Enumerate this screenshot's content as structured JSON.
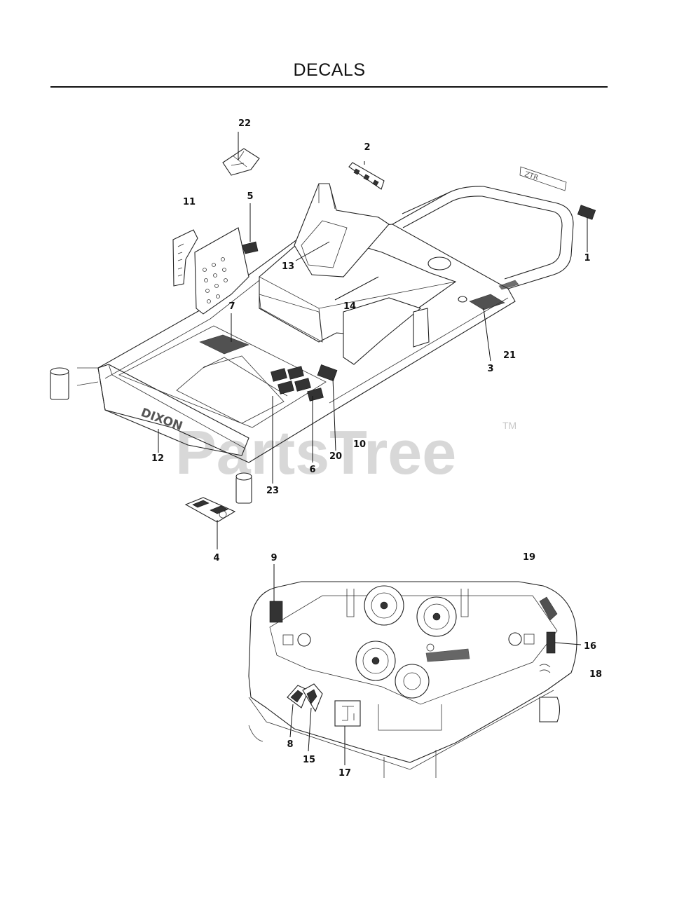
{
  "page": {
    "title": "DECALS",
    "watermark": "PartsTree",
    "trademark": "TM"
  },
  "callouts": [
    {
      "num": "1"
    },
    {
      "num": "2"
    },
    {
      "num": "3"
    },
    {
      "num": "4"
    },
    {
      "num": "5"
    },
    {
      "num": "6"
    },
    {
      "num": "7"
    },
    {
      "num": "8"
    },
    {
      "num": "9"
    },
    {
      "num": "10"
    },
    {
      "num": "11"
    },
    {
      "num": "12"
    },
    {
      "num": "13"
    },
    {
      "num": "14"
    },
    {
      "num": "15"
    },
    {
      "num": "16"
    },
    {
      "num": "17"
    },
    {
      "num": "18"
    },
    {
      "num": "19"
    },
    {
      "num": "20"
    },
    {
      "num": "21"
    },
    {
      "num": "22"
    },
    {
      "num": "23"
    }
  ],
  "decal_text": {
    "front_logo": "DIXON",
    "rear_logo": "ZTR"
  }
}
